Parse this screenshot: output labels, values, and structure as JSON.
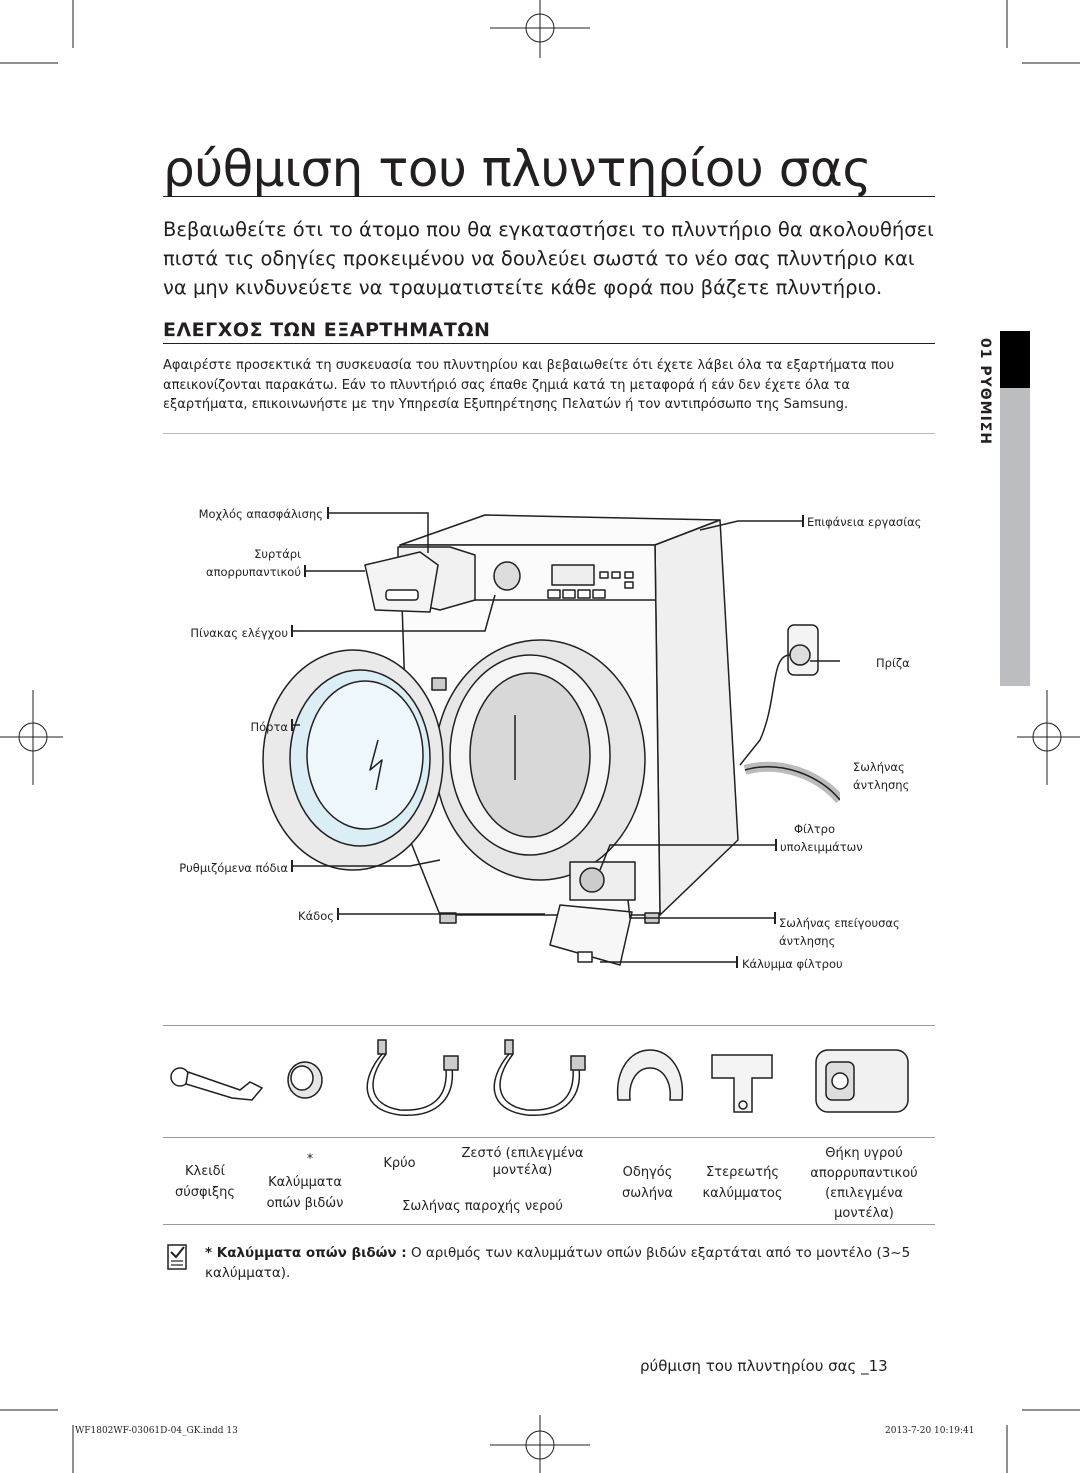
{
  "page": {
    "title": "ρύθμιση του πλυντηρίου σας",
    "intro": "Βεβαιωθείτε ότι το άτομο που θα εγκαταστήσει το πλυντήριο θα ακολουθήσει πιστά τις οδηγίες προκειμένου να δουλεύει σωστά το νέο σας πλυντήριο και να μην κινδυνεύετε να τραυματιστείτε κάθε φορά που βάζετε πλυντήριο.",
    "section_heading": "ΕΛΕΓΧΟΣ ΤΩΝ ΕΞΑΡΤΗΜΑΤΩΝ",
    "body": "Αφαιρέστε προσεκτικά τη συσκευασία του πλυντηρίου και βεβαιωθείτε ότι έχετε λάβει όλα τα εξαρτήματα που απεικονίζονται παρακάτω. Εάν το πλυντήριό σας έπαθε ζημιά κατά τη μεταφορά ή εάν δεν έχετε όλα τα εξαρτήματα, επικοινωνήστε με την Υπηρεσία Εξυπηρέτησης Πελατών ή τον αντιπρόσωπο της Samsung.",
    "side_tab": "01 ΡΥΘΜΙΣΗ"
  },
  "diagram": {
    "labels": {
      "lock_lever": "Μοχλός απασφάλισης",
      "drawer_1": "Συρτάρι",
      "drawer_2": "απορρυπαντικού",
      "control_panel": "Πίνακας ελέγχου",
      "door": "Πόρτα",
      "feet": "Ρυθμιζόμενα πόδια",
      "drum": "Κάδος",
      "worktop": "Επιφάνεια εργασίας",
      "plug": "Πρίζα",
      "drain_hose_1": "Σωλήνας",
      "drain_hose_2": "άντλησης",
      "filter_1": "Φίλτρο",
      "filter_2": "υπολειμμάτων",
      "emergency_1": "Σωλήνας επείγουσας",
      "emergency_2": "άντλησης",
      "filter_cover": "Κάλυμμα φίλτρου"
    }
  },
  "accessories": {
    "spanner_1": "Κλειδί",
    "spanner_2": "σύσφιξης",
    "caps_star": "*",
    "caps_1": "Καλύμματα",
    "caps_2": "οπών βιδών",
    "cold": "Κρύο",
    "hot_1": "Ζεστό (επιλεγμένα",
    "hot_2": "μοντέλα)",
    "water_hose": "Σωλήνας παροχής νερού",
    "guide_1": "Οδηγός",
    "guide_2": "σωλήνα",
    "holder_1": "Στερεωτής",
    "holder_2": "καλύμματος",
    "liquid_1": "Θήκη υγρού",
    "liquid_2": "απορρυπαντικού",
    "liquid_3": "(επιλεγμένα",
    "liquid_4": "μοντέλα)"
  },
  "note": {
    "bold": "* Καλύμματα οπών βιδών :",
    "text": " Ο αριθμός των καλυμμάτων οπών βιδών εξαρτάται από το μοντέλο (3~5 καλύμματα)."
  },
  "footer": {
    "page_title": "ρύθμιση του πλυντηρίου σας _13",
    "file": "WF1802WF-03061D-04_GK.indd   13",
    "timestamp": "2013-7-20   10:19:41"
  }
}
